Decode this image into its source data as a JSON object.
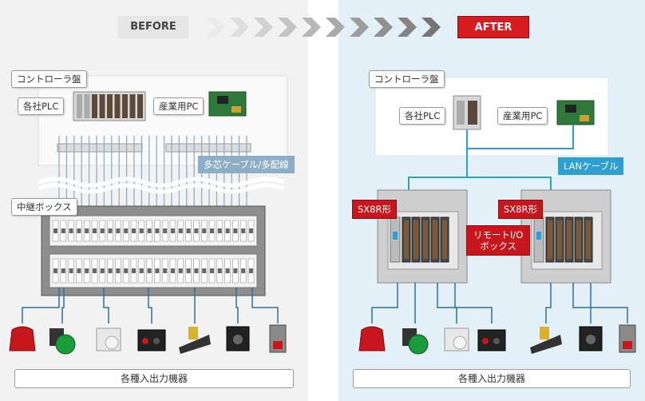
{
  "before": {
    "header": "BEFORE",
    "controller_panel": "コントローラ盤",
    "plc": "各社PLC",
    "pc": "産業用PC",
    "cable": "多芯ケーブル/多配線",
    "relay_box": "中継ボックス",
    "devices": "各種入出力機器"
  },
  "after": {
    "header": "AFTER",
    "controller_panel": "コントローラ盤",
    "plc": "各社PLC",
    "pc": "産業用PC",
    "lan": "LANケーブル",
    "sx8r_left": "SX8R形",
    "sx8r_right": "SX8R形",
    "remote_io_line1": "リモートI/O",
    "remote_io_line2": "ボックス",
    "devices": "各種入出力機器"
  },
  "icons": [
    "signal-beacon-icon",
    "push-button-icon",
    "limit-switch-icon",
    "photo-sensor-icon",
    "relay-icon",
    "sensor-icon",
    "camera-icon"
  ],
  "colors": {
    "before_bg": "#f2f2f2",
    "after_bg": "#e4f0f8",
    "accent_red": "#c8161d",
    "lan_blue": "#2d9fd2",
    "cable_gray": "#8eadc6"
  }
}
